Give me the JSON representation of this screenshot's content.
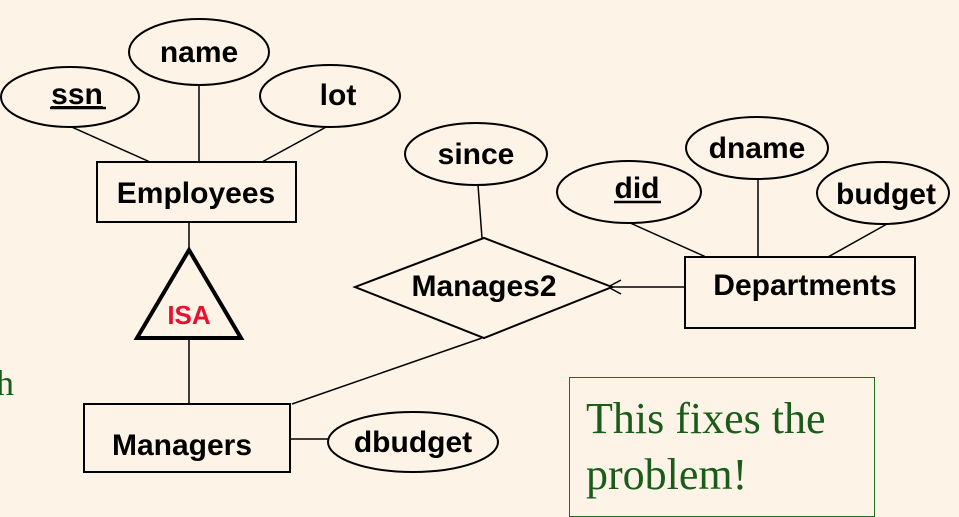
{
  "entities": {
    "employees": "Employees",
    "departments": "Departments",
    "managers": "Managers"
  },
  "relationship": "Manages2",
  "isa": {
    "label": "ISA",
    "color": "#e8102e"
  },
  "attributes": {
    "ssn": "ssn",
    "name": "name",
    "lot": "lot",
    "since": "since",
    "did": "did",
    "dname": "dname",
    "budget": "budget",
    "dbudget": "dbudget"
  },
  "note": {
    "line1": "This fixes the",
    "line2": "problem!"
  },
  "clipped_text": "h",
  "colors": {
    "background": "#fdf3e6",
    "note_text": "#1a5c1a"
  }
}
